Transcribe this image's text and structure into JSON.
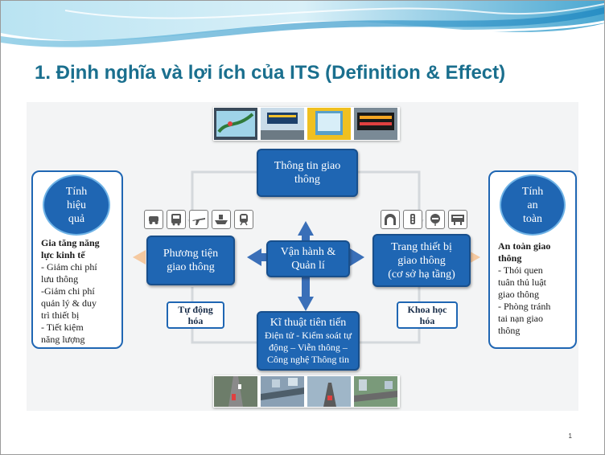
{
  "slide": {
    "title": "1. Định nghĩa và lợi ích của ITS (Definition & Effect)",
    "page_number": "1"
  },
  "diagram": {
    "top_box": {
      "line1": "Thông tin giao",
      "line2": "thông"
    },
    "center_box": {
      "line1": "Vận hành &",
      "line2": "Quản lí"
    },
    "left_box": {
      "line1": "Phương tiện",
      "line2": "giao thông"
    },
    "right_box": {
      "line1": "Trang thiết bị",
      "line2": "giao thông",
      "line3": "(cơ sở hạ tầng)"
    },
    "bottom_box": {
      "title": "Kĩ thuật tiên tiến",
      "line1": "Điện tử - Kiểm soát tự",
      "line2": "động – Viễn thông –",
      "line3": "Công nghệ Thông tin"
    },
    "label_left": {
      "line1": "Tự động",
      "line2": "hóa"
    },
    "label_right": {
      "line1": "Khoa học",
      "line2": "hóa"
    },
    "left_card": {
      "circle": {
        "line1": "Tính",
        "line2": "hiệu",
        "line3": "quả"
      },
      "heading1": "Gia tăng năng",
      "heading2": "lực kinh tế",
      "lines": [
        "- Giảm chi phí",
        "lưu thông",
        "-Giảm chi phí",
        "quản lý & duy",
        "trì thiết bị",
        "- Tiết kiệm",
        "năng lượng"
      ]
    },
    "right_card": {
      "circle": {
        "line1": "Tính",
        "line2": "an",
        "line3": "toàn"
      },
      "heading1": "An toàn giao",
      "heading2": "thông",
      "lines": [
        "- Thói quen",
        "tuân thủ luật",
        "giao thông",
        "- Phòng tránh",
        "tai nạn giao",
        "thông"
      ]
    },
    "vehicle_icons": [
      "car-icon",
      "bus-icon",
      "airplane-icon",
      "ship-icon",
      "train-icon"
    ],
    "infrastructure_icons": [
      "tunnel-icon",
      "traffic-light-icon",
      "road-sign-icon",
      "display-board-icon"
    ],
    "colors": {
      "box_blue": "#1f66b3",
      "title_teal": "#1a6f8e",
      "arrow_blue": "#3a6fb8",
      "side_arrow": "#f5c9a0",
      "connector": "#d4d8dc"
    }
  }
}
